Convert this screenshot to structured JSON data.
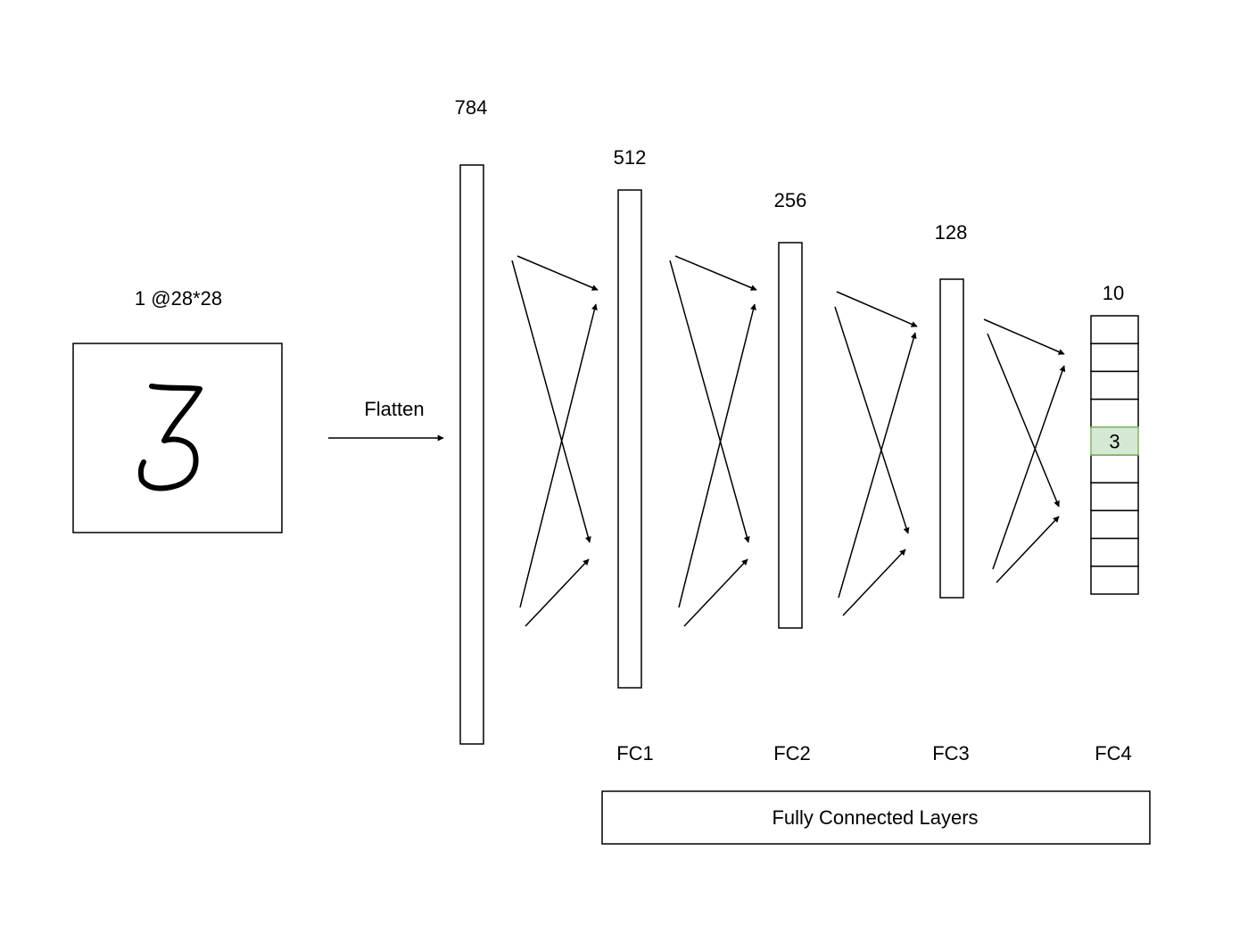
{
  "input": {
    "dims_label": "1 @28*28",
    "digit": "3"
  },
  "flatten": {
    "label": "Flatten"
  },
  "layers": [
    {
      "id": "input_vector",
      "size_label": "784",
      "name": ""
    },
    {
      "id": "fc1",
      "size_label": "512",
      "name": "FC1"
    },
    {
      "id": "fc2",
      "size_label": "256",
      "name": "FC2"
    },
    {
      "id": "fc3",
      "size_label": "128",
      "name": "FC3"
    },
    {
      "id": "fc4",
      "size_label": "10",
      "name": "FC4",
      "output_cells": 10,
      "highlighted_cell": 4,
      "highlighted_value": "3",
      "highlight_color": "#d5e8d4",
      "highlight_border": "#82b366"
    }
  ],
  "group_label": "Fully Connected Layers"
}
